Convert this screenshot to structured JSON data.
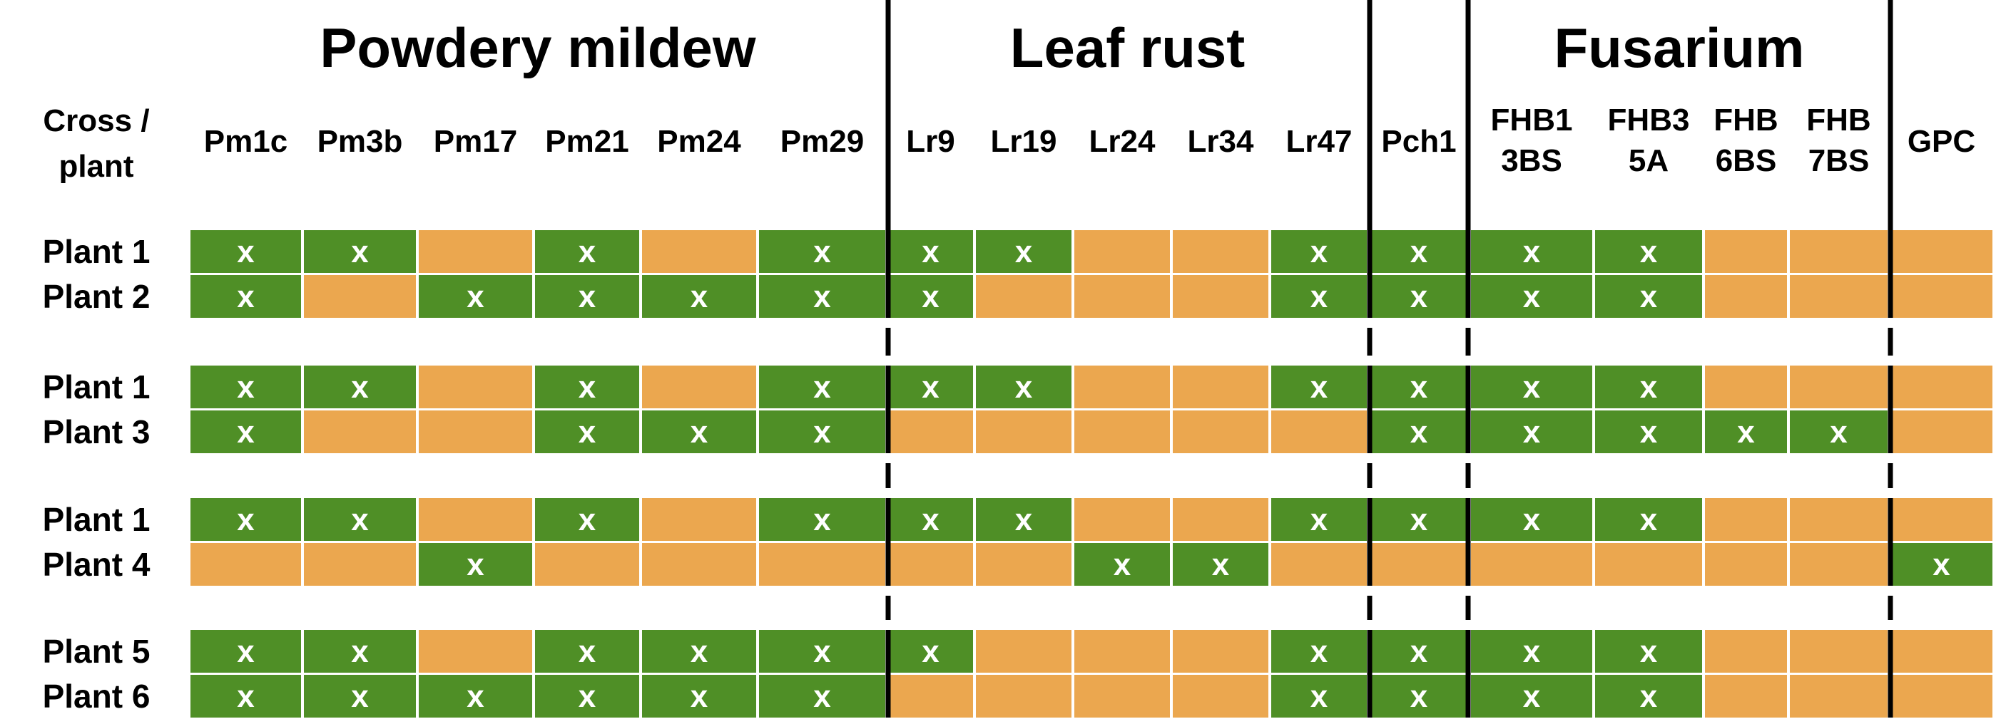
{
  "header": {
    "cross_label": "Cross /\nplant"
  },
  "chart_data": {
    "type": "table",
    "mark": "x",
    "colors": {
      "present": "#4f8f26",
      "absent": "#eba74f",
      "divider": "#000000",
      "mark": "#ffffff"
    },
    "groups": [
      {
        "name": "Powdery mildew",
        "columns": [
          "Pm1c",
          "Pm3b",
          "Pm17",
          "Pm21",
          "Pm24",
          "Pm29"
        ]
      },
      {
        "name": "Leaf rust",
        "columns": [
          "Lr9",
          "Lr19",
          "Lr24",
          "Lr34",
          "Lr47"
        ]
      },
      {
        "name": "",
        "columns": [
          "Pch1"
        ]
      },
      {
        "name": "Fusarium",
        "columns": [
          "FHB1\n3BS",
          "FHB3\n5A",
          "FHB\n6BS",
          "FHB\n7BS"
        ]
      },
      {
        "name": "",
        "columns": [
          "GPC"
        ]
      }
    ],
    "columns": [
      "Pm1c",
      "Pm3b",
      "Pm17",
      "Pm21",
      "Pm24",
      "Pm29",
      "Lr9",
      "Lr19",
      "Lr24",
      "Lr34",
      "Lr47",
      "Pch1",
      "FHB1\n3BS",
      "FHB3\n5A",
      "FHB\n6BS",
      "FHB\n7BS",
      "GPC"
    ],
    "crosses": [
      {
        "rows": [
          {
            "plant": "Plant 1",
            "values": [
              1,
              1,
              0,
              1,
              0,
              1,
              1,
              1,
              0,
              0,
              1,
              1,
              1,
              1,
              0,
              0,
              0
            ]
          },
          {
            "plant": "Plant 2",
            "values": [
              1,
              0,
              1,
              1,
              1,
              1,
              1,
              0,
              0,
              0,
              1,
              1,
              1,
              1,
              0,
              0,
              0
            ]
          }
        ]
      },
      {
        "rows": [
          {
            "plant": "Plant 1",
            "values": [
              1,
              1,
              0,
              1,
              0,
              1,
              1,
              1,
              0,
              0,
              1,
              1,
              1,
              1,
              0,
              0,
              0
            ]
          },
          {
            "plant": "Plant 3",
            "values": [
              1,
              0,
              0,
              1,
              1,
              1,
              0,
              0,
              0,
              0,
              0,
              1,
              1,
              1,
              1,
              1,
              0
            ]
          }
        ]
      },
      {
        "rows": [
          {
            "plant": "Plant 1",
            "values": [
              1,
              1,
              0,
              1,
              0,
              1,
              1,
              1,
              0,
              0,
              1,
              1,
              1,
              1,
              0,
              0,
              0
            ]
          },
          {
            "plant": "Plant 4",
            "values": [
              0,
              0,
              1,
              0,
              0,
              0,
              0,
              0,
              1,
              1,
              0,
              0,
              0,
              0,
              0,
              0,
              1
            ]
          }
        ]
      },
      {
        "rows": [
          {
            "plant": "Plant 5",
            "values": [
              1,
              1,
              0,
              1,
              1,
              1,
              1,
              0,
              0,
              0,
              1,
              1,
              1,
              1,
              0,
              0,
              0
            ]
          },
          {
            "plant": "Plant 6",
            "values": [
              1,
              1,
              1,
              1,
              1,
              1,
              0,
              0,
              0,
              0,
              1,
              1,
              1,
              1,
              0,
              0,
              0
            ]
          }
        ]
      }
    ]
  }
}
